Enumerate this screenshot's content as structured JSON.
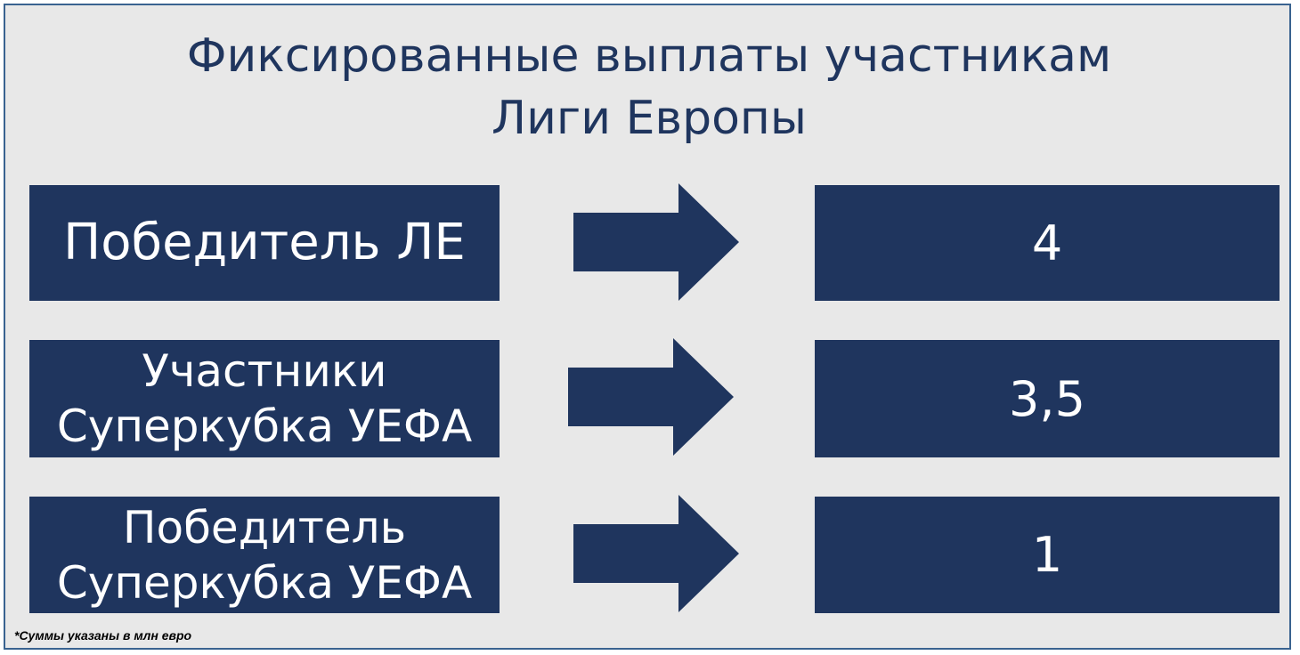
{
  "title": {
    "line1": "Фиксированные выплаты участникам",
    "line2": "Лиги Европы"
  },
  "rows": [
    {
      "label_lines": [
        "Победитель ЛЕ"
      ],
      "value": "4"
    },
    {
      "label_lines": [
        "Участники",
        "Суперкубка УЕФА"
      ],
      "value": "3,5"
    },
    {
      "label_lines": [
        "Победитель",
        "Суперкубка УЕФА"
      ],
      "value": "1"
    }
  ],
  "footnote": "*Суммы указаны в млн евро",
  "colors": {
    "box": "#1f355e",
    "background": "#e8e8e8",
    "border": "#3a6390",
    "title": "#1f355e"
  },
  "icons": {
    "arrow": "arrow-right-icon"
  }
}
